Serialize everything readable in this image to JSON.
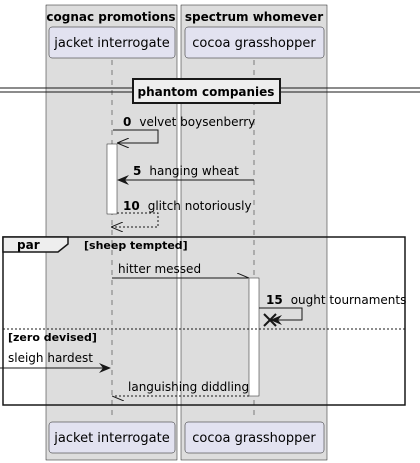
{
  "colors": {
    "box_fill": "#dddddd",
    "box_stroke": "#181818",
    "participant_fill": "#e2e2f0",
    "participant_stroke": "#181818",
    "activation_fill": "#ffffff",
    "line": "#181818"
  },
  "boxes": [
    {
      "title": "cognac promotions"
    },
    {
      "title": "spectrum whomever"
    }
  ],
  "participants": [
    {
      "name": "jacket interrogate"
    },
    {
      "name": "cocoa grasshopper"
    }
  ],
  "divider": {
    "label": "phantom companies"
  },
  "messages": [
    {
      "number": "0",
      "text": "velvet boysenberry"
    },
    {
      "number": "5",
      "text": "hanging wheat"
    },
    {
      "number": "10",
      "text": "glitch notoriously"
    },
    {
      "number": "",
      "text": "hitter messed"
    },
    {
      "number": "15",
      "text": "ought tournaments"
    },
    {
      "number": "",
      "text": "sleigh hardest"
    },
    {
      "number": "",
      "text": "languishing diddling"
    }
  ],
  "fragment": {
    "keyword": "par",
    "condition": "[sheep tempted]",
    "else_condition": "[zero devised]"
  }
}
